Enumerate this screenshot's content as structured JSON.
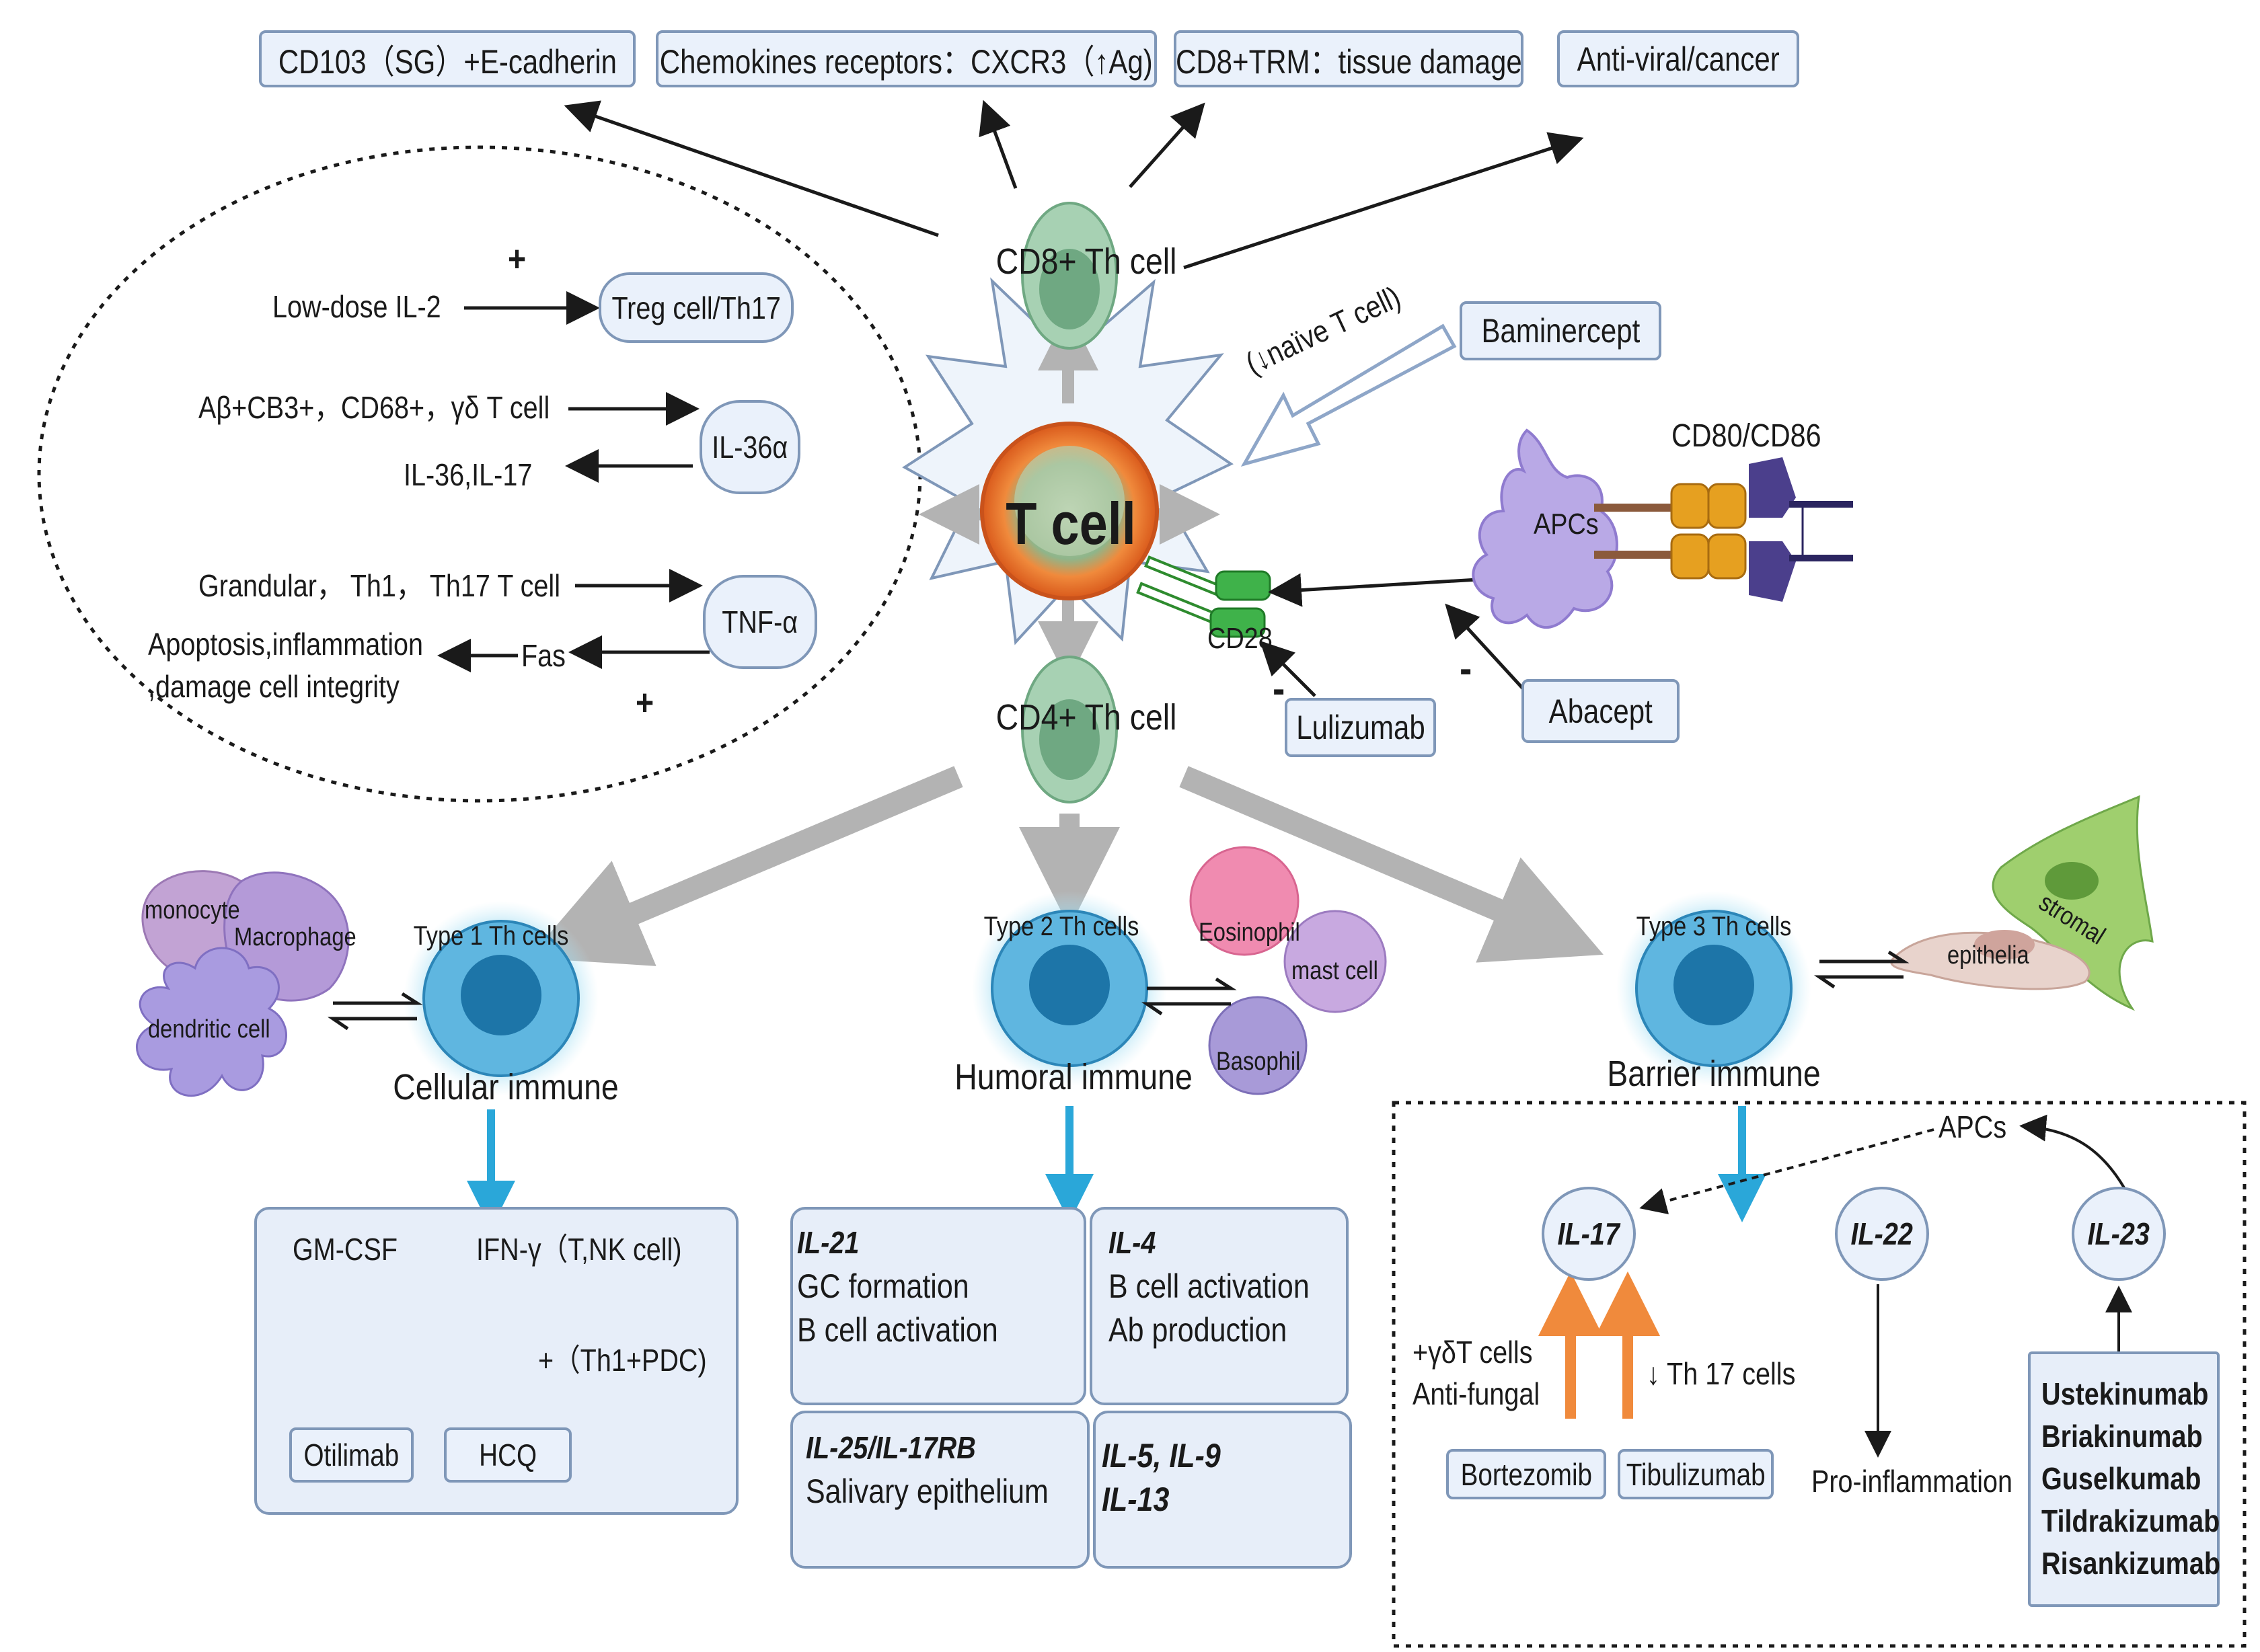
{
  "top_boxes": {
    "cd103": "CD103（SG）+E-cadherin",
    "chemokines": "Chemokines receptors：CXCR3（↑Ag)",
    "cd8trm": "CD8+TRM：tissue damage",
    "antiviral": "Anti-viral/cancer"
  },
  "center": {
    "tcell": "T cell",
    "cd8": "CD8+ Th cell",
    "cd4": "CD4+ Th cell",
    "naive": "(↓naïve T cell)",
    "cd28": "CD28",
    "cd80": "CD80/CD86",
    "apcs": "APCs"
  },
  "drugs": {
    "baminercept": "Baminercept",
    "lulizumab": "Lulizumab",
    "abacept": "Abacept",
    "minus": "-"
  },
  "ellipse": {
    "plus": "+",
    "low_dose": "Low-dose IL-2",
    "treg": "Treg cell/Th17",
    "abeta": "Aβ+CB3+，CD68+，γδ T cell",
    "il36a": "IL-36α",
    "il36": "IL-36,IL-17",
    "granular": "Grandular，  Th1，  Th17 T cell",
    "tnf": "TNF-α",
    "apoptosis": "Apoptosis,inflammation",
    "damage": ",damage cell integrity",
    "fas": "Fas"
  },
  "th1": {
    "monocyte": "monocyte",
    "macrophage": "Macrophage",
    "dendritic": "dendritic cell",
    "type1": "Type 1 Th cells",
    "cellular": "Cellular immune",
    "gmcsf": "GM-CSF",
    "ifn": "IFN-γ（T,NK cell)",
    "plus_th1pdc": "+（Th1+PDC)",
    "otilimab": "Otilimab",
    "hcq": "HCQ"
  },
  "th2": {
    "type2": "Type 2 Th cells",
    "eosinophil": "Eosinophil",
    "mast": "mast cell",
    "basophil": "Basophil",
    "humoral": "Humoral immune",
    "il21": "IL-21",
    "gc": "GC formation",
    "bact1": "B cell activation",
    "il4": "IL-4",
    "bact2": "B cell activation",
    "abprod": "Ab production",
    "il25": "IL-25/IL-17RB",
    "salivary": "Salivary epithelium",
    "il59": "IL-5, IL-9",
    "il13": "IL-13"
  },
  "th3": {
    "type3": "Type 3 Th cells",
    "stromal": "stromal",
    "epithelia": "epithelia",
    "barrier": "Barrier immune",
    "apcs": "APCs",
    "il17": "IL-17",
    "il22": "IL-22",
    "il23": "IL-23",
    "gdt": "+γδT cells",
    "antifungal": "Anti-fungal",
    "th17": "↓ Th 17 cells",
    "bortezomib": "Bortezomib",
    "tibulizumab": "Tibulizumab",
    "proinfl": "Pro-inflammation",
    "drugs": [
      "Ustekinumab",
      "Briakinumab",
      "Guselkumab",
      "Tildrakizumab",
      "Risankizumab"
    ]
  }
}
